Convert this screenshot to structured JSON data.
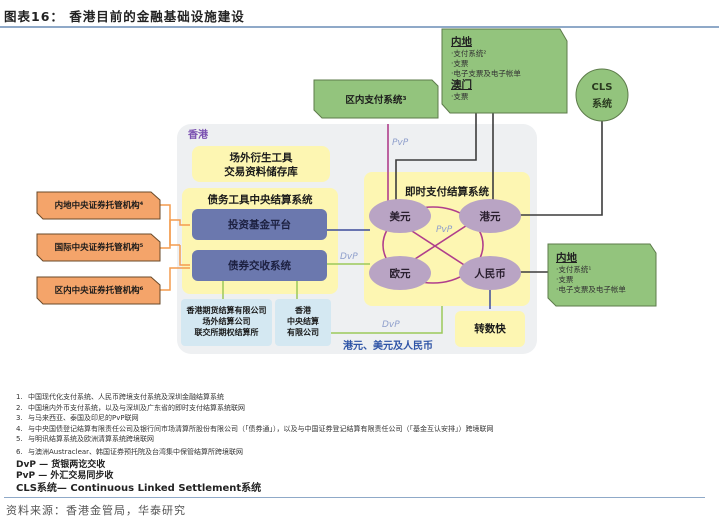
{
  "title": "图表16： 香港目前的金融基础设施建设",
  "diagram": {
    "hk_region_label": "香港",
    "otc_repository": [
      "场外衍生工具",
      "交易资料储存库"
    ],
    "cmu_label": "债务工具中央结算系统",
    "fund_platform": "投资基金平台",
    "bond_settlement": "债券交收系统",
    "hkfe_clearing": [
      "香港期货结算有限公司",
      "场外结算公司",
      "联交所期权结算所"
    ],
    "hkscc": [
      "香港",
      "中央结算",
      "有限公司"
    ],
    "rtgs_label": "即时支付结算系统",
    "currencies": {
      "usd": "美元",
      "hkd": "港元",
      "eur": "欧元",
      "rmb": "人民币"
    },
    "fps": "转数快",
    "rtgs_currencies_note": "港元、美元及人民币",
    "csd_boxes": [
      "内地中央证券托管机构⁴",
      "国际中央证券托管机构⁵",
      "区内中央证券托管机构⁶"
    ],
    "regional_payment": "区内支付系统³",
    "mainland_macau": {
      "mainland_header": "内地",
      "mainland_items": [
        "·支付系统²",
        "·支票",
        "·电子支票及电子帐单"
      ],
      "macau_header": "澳门",
      "macau_items": [
        "·支票"
      ]
    },
    "cls": [
      "CLS",
      "系统"
    ],
    "mainland_right": {
      "header": "内地",
      "items": [
        "·支付系统¹",
        "·支票",
        "·电子支票及电子帐单"
      ]
    },
    "link_labels": {
      "pvp_top": "PvP",
      "pvp_center": "PvP",
      "dvp_mid": "DvP",
      "dvp_bottom": "DvP"
    },
    "colors": {
      "green_box": "#93c47d",
      "green_border": "#5d7b4a",
      "orange_box": "#f4a46a",
      "orange_line": "#f39c4f",
      "yellow_area": "#fdf6b2",
      "grey_area": "#eef0f2",
      "blue_box": "#6b78ae",
      "light_blue": "#d4e8f2",
      "ellipse": "#b9a4c4",
      "pvp_line": "#b03e8c",
      "dvp_line": "#9bc95a",
      "dvp_text": "#8f9fcc",
      "dark_line": "#3c3c3c"
    }
  },
  "notes": [
    {
      "num": "1.",
      "text": "中国现代化支付系统、人民币跨境支付系统及深圳金融结算系统"
    },
    {
      "num": "2.",
      "text": "中国境内外币支付系统，以及与深圳及广东省的即时支付结算系统联网"
    },
    {
      "num": "3.",
      "text": "与马来西亚、泰国及印尼的PvP联网"
    },
    {
      "num": "4.",
      "text": "与中央国债登记结算有限责任公司及银行间市场清算所股份有限公司（「债券通」），以及与中国证券登记结算有限责任公司（「基金互认安排」）跨境联网"
    },
    {
      "num": "5.",
      "text": "与明讯结算系统及欧洲清算系统跨境联网"
    },
    {
      "num": "6.",
      "text": "与澳洲Austraclear、韩国证券预托院及台湾集中保管结算所跨境联网"
    }
  ],
  "abbreviations": [
    "DvP — 货银两讫交收",
    "PvP — 外汇交易同步收",
    "CLS系统— Continuous Linked Settlement系统"
  ],
  "source": "资料来源：香港金管局，华泰研究"
}
